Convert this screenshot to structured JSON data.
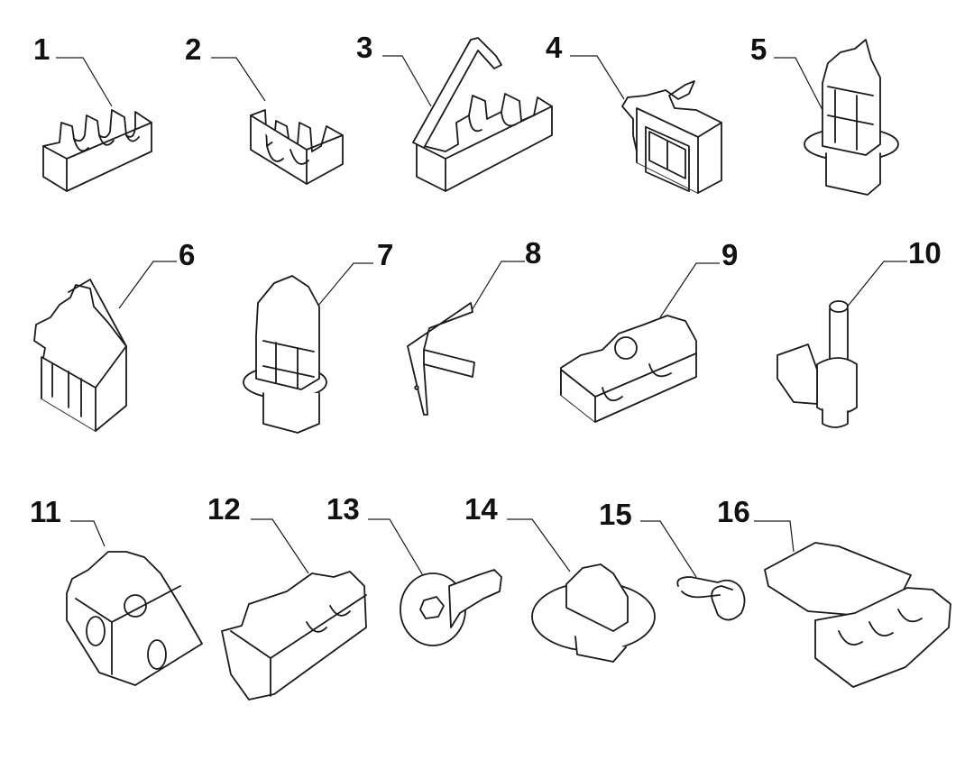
{
  "parts": [
    {
      "id": "part-1",
      "label": "1"
    },
    {
      "id": "part-2",
      "label": "2"
    },
    {
      "id": "part-3",
      "label": "3"
    },
    {
      "id": "part-4",
      "label": "4"
    },
    {
      "id": "part-5",
      "label": "5"
    },
    {
      "id": "part-6",
      "label": "6"
    },
    {
      "id": "part-7",
      "label": "7"
    },
    {
      "id": "part-8",
      "label": "8"
    },
    {
      "id": "part-9",
      "label": "9"
    },
    {
      "id": "part-10",
      "label": "10"
    },
    {
      "id": "part-11",
      "label": "11"
    },
    {
      "id": "part-12",
      "label": "12"
    },
    {
      "id": "part-13",
      "label": "13"
    },
    {
      "id": "part-14",
      "label": "14"
    },
    {
      "id": "part-15",
      "label": "15"
    },
    {
      "id": "part-16",
      "label": "16"
    }
  ]
}
